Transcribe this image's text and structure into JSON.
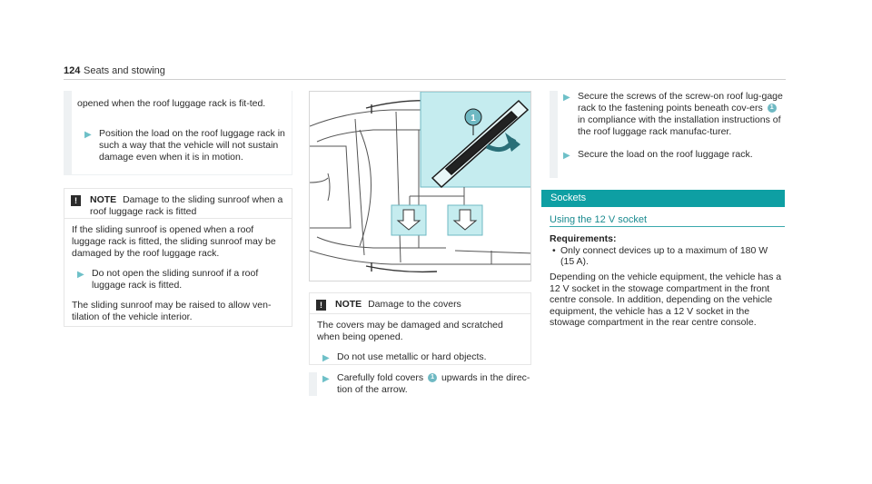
{
  "header": {
    "page_number": "124",
    "section": "Seats and stowing"
  },
  "col1": {
    "continuation": "opened when the roof luggage rack is fit-ted.",
    "step1": "Position the load on the roof luggage rack in such a way that the vehicle will not sustain damage even when it is in motion.",
    "note": {
      "label": "NOTE",
      "title": "Damage to the sliding sunroof when a roof luggage rack is fitted",
      "para1": "If the sliding sunroof is opened when a roof luggage rack is fitted, the sliding sunroof may be damaged by the roof luggage rack.",
      "step": "Do not open the sliding sunroof if a roof luggage rack is fitted.",
      "para2": "The sliding sunroof may be raised to allow ven-tilation of the vehicle interior."
    }
  },
  "col2": {
    "figure_callout": "1",
    "note": {
      "label": "NOTE",
      "title": "Damage to the covers",
      "para": "The covers may be damaged and scratched when being opened.",
      "step": "Do not use metallic or hard objects."
    },
    "step_pre": "Carefully fold covers",
    "step_badge": "1",
    "step_post": "upwards in the direc-tion of the arrow."
  },
  "col3": {
    "step1_pre": "Secure the screws of the screw-on roof lug-gage rack to the fastening points beneath cov-ers",
    "step1_badge": "1",
    "step1_post": "in compliance with the installation instructions of the roof luggage rack manufac-turer.",
    "step2": "Secure the load on the roof luggage rack.",
    "sockets_title": "Sockets",
    "subheading": "Using the 12 V socket",
    "requirements_label": "Requirements:",
    "requirement": "Only connect devices up to a maximum of 180 W (15 A).",
    "paragraph": "Depending on the vehicle equipment, the vehicle has a 12 V socket in the stowage compartment in the front centre console. In addition, depending on the vehicle equipment, the vehicle has a 12 V socket in the stowage compartment in the rear centre console."
  },
  "colors": {
    "accent": "#0e9fa3",
    "figure_highlight": "#c5ecef",
    "arrow": "#6ec0c8"
  }
}
